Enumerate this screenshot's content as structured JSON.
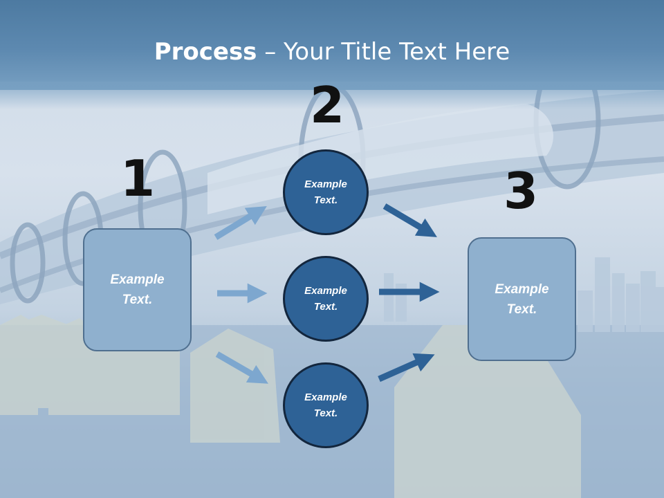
{
  "title": {
    "bold": "Process",
    "rest": " – Your Title Text Here"
  },
  "steps": [
    {
      "number": "1",
      "label": "Example Text."
    },
    {
      "number": "2",
      "label": "Example Text."
    },
    {
      "number": "3",
      "label": "Example Text."
    }
  ],
  "circles": [
    {
      "label": "Example Text."
    },
    {
      "label": "Example Text."
    },
    {
      "label": "Example Text."
    }
  ],
  "colors": {
    "header": "#5d89b0",
    "box_fill": "#8fb0ce",
    "circle_fill": "#2e6296",
    "arrow_light": "#7da7cf",
    "arrow_dark": "#2e6296"
  }
}
